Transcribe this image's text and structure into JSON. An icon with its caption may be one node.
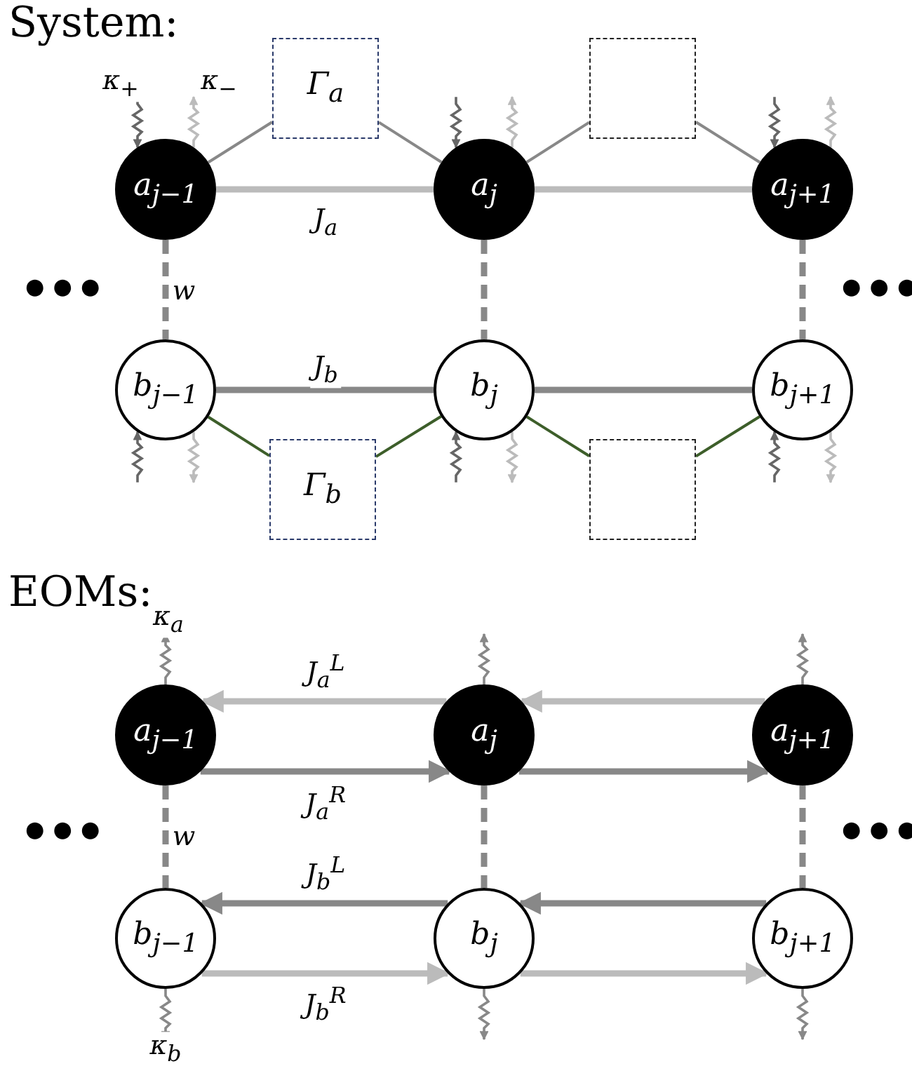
{
  "diagram": {
    "nodes": [
      {
        "text": [
          "Γ$_{a}$"
        ]
      },
      {
        "text": [],
        "shape": "box"
      },
      {
        "text": [
          "a$_{j−1}$"
        ]
      },
      {
        "text": [
          "a$_{j}$"
        ]
      },
      {
        "text": [
          "a$_{j+1}$"
        ]
      },
      {
        "text": [
          "b$_{j−1}$"
        ]
      },
      {
        "text": [
          "b$_{j}$"
        ]
      },
      {
        "text": [
          "b$_{j+1}$"
        ]
      },
      {
        "text": [
          "Γ$_{b}$"
        ]
      },
      {
        "text": [],
        "shape": "box"
      },
      {
        "text": [
          "a$_{j−1}$"
        ]
      },
      {
        "text": [
          "a$_{j}$"
        ]
      },
      {
        "text": [
          "a$_{j+1}$"
        ]
      },
      {
        "text": [
          "b$_{j−1}$"
        ]
      },
      {
        "text": [
          "b$_{j}$"
        ]
      },
      {
        "text": [
          "b$_{j+1}$"
        ]
      }
    ],
    "edges": [
      {
        "from": null,
        "to": 2,
        "arrow": "to",
        "label": "κ$_{+}$",
        "color": "#666666"
      },
      {
        "from": 2,
        "to": null,
        "arrow": "to",
        "label": "κ$_{−}$",
        "color": "#bbbbbb"
      },
      {
        "from": null,
        "to": 3,
        "arrow": "to",
        "color": "#666666"
      },
      {
        "from": 3,
        "to": null,
        "arrow": "to",
        "color": "#bbbbbb"
      },
      {
        "from": null,
        "to": 4,
        "arrow": "to",
        "color": "#666666"
      },
      {
        "from": 4,
        "to": null,
        "arrow": "to",
        "color": "#bbbbbb"
      },
      {
        "from": 2,
        "to": 0,
        "arrow": "none"
      },
      {
        "from": 0,
        "to": 3,
        "arrow": "none"
      },
      {
        "from": 3,
        "to": 1,
        "arrow": "none"
      },
      {
        "from": 1,
        "to": 4,
        "arrow": "none"
      },
      {
        "from": 2,
        "to": 3,
        "arrow": "none",
        "label": "J$_{a}$",
        "style": "thick",
        "color": "#bbbbbb"
      },
      {
        "from": 3,
        "to": 4,
        "arrow": "none",
        "style": "thick",
        "color": "#bbbbbb"
      },
      {
        "from": 2,
        "to": 5,
        "arrow": "none",
        "label": "w",
        "style": "dashed"
      },
      {
        "from": 3,
        "to": 6,
        "arrow": "none",
        "style": "dashed"
      },
      {
        "from": 4,
        "to": 7,
        "arrow": "none",
        "style": "dashed"
      },
      {
        "from": 5,
        "to": 6,
        "arrow": "none",
        "label": "J$_{b}$",
        "style": "thick"
      },
      {
        "from": 6,
        "to": 7,
        "arrow": "none",
        "style": "thick"
      },
      {
        "from": 5,
        "to": 8,
        "arrow": "none",
        "color": "#3d5e2a"
      },
      {
        "from": 8,
        "to": 6,
        "arrow": "none",
        "color": "#3d5e2a"
      },
      {
        "from": 6,
        "to": 9,
        "arrow": "none",
        "color": "#3d5e2a"
      },
      {
        "from": 9,
        "to": 7,
        "arrow": "none",
        "color": "#3d5e2a"
      },
      {
        "from": null,
        "to": 5,
        "arrow": "to",
        "color": "#666666"
      },
      {
        "from": 5,
        "to": null,
        "arrow": "to",
        "color": "#bbbbbb"
      },
      {
        "from": null,
        "to": 6,
        "arrow": "to",
        "color": "#666666"
      },
      {
        "from": 6,
        "to": null,
        "arrow": "to",
        "color": "#bbbbbb"
      },
      {
        "from": null,
        "to": 7,
        "arrow": "to",
        "color": "#666666"
      },
      {
        "from": 7,
        "to": null,
        "arrow": "to",
        "color": "#bbbbbb"
      },
      {
        "from": 11,
        "to": 10,
        "arrow": "to",
        "label": "J$_{a}$$^{L}$",
        "style": "thick",
        "color": "#bbbbbb"
      },
      {
        "from": 12,
        "to": 11,
        "arrow": "to",
        "style": "thick",
        "color": "#bbbbbb"
      },
      {
        "from": 10,
        "to": 11,
        "arrow": "to",
        "label": "J$_{a}$$^{R}$",
        "style": "thick"
      },
      {
        "from": 11,
        "to": 12,
        "arrow": "to",
        "style": "thick"
      },
      {
        "from": 10,
        "to": 13,
        "arrow": "none",
        "label": "w",
        "style": "dashed"
      },
      {
        "from": 11,
        "to": 14,
        "arrow": "none",
        "style": "dashed"
      },
      {
        "from": 12,
        "to": 15,
        "arrow": "none",
        "style": "dashed"
      },
      {
        "from": 14,
        "to": 13,
        "arrow": "to",
        "label": "J$_{b}$$^{L}$",
        "style": "thick"
      },
      {
        "from": 15,
        "to": 14,
        "arrow": "to",
        "style": "thick"
      },
      {
        "from": 13,
        "to": 14,
        "arrow": "to",
        "label": "J$_{b}$$^{R}$",
        "style": "thick",
        "color": "#bbbbbb"
      },
      {
        "from": 14,
        "to": 15,
        "arrow": "to",
        "style": "thick",
        "color": "#bbbbbb"
      },
      {
        "from": 10,
        "to": null,
        "arrow": "to",
        "label": "κ$_{a}$"
      },
      {
        "from": 11,
        "to": null,
        "arrow": "to"
      },
      {
        "from": 12,
        "to": null,
        "arrow": "to"
      },
      {
        "from": 13,
        "to": null,
        "arrow": "to",
        "label": "κ$_{b}$"
      },
      {
        "from": 14,
        "to": null,
        "arrow": "to"
      },
      {
        "from": 15,
        "to": null,
        "arrow": "to"
      }
    ],
    "labels": [
      "System:",
      "•••",
      "•••",
      "EOMs:",
      "•••",
      "•••"
    ]
  }
}
